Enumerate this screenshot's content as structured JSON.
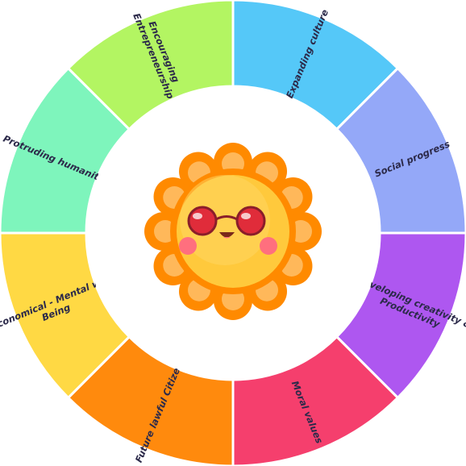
{
  "wheel": {
    "segments": [
      {
        "id": "expanding-culture",
        "lines": [
          "Expanding culture"
        ],
        "color": "#55c8f8"
      },
      {
        "id": "social-progress",
        "lines": [
          "Social progress"
        ],
        "color": "#94a8f8"
      },
      {
        "id": "developing-creativity",
        "lines": [
          "Developing creativity &",
          "Productivity"
        ],
        "color": "#ae57f0"
      },
      {
        "id": "moral-values",
        "lines": [
          "Moral values"
        ],
        "color": "#f53f6d"
      },
      {
        "id": "future-lawful-citizen",
        "lines": [
          "Future lawful Citizen"
        ],
        "color": "#ff8a0d"
      },
      {
        "id": "economical-mental-wellbeing",
        "lines": [
          "Economical - Mental well",
          "Being"
        ],
        "color": "#ffd944"
      },
      {
        "id": "protruding-humanity",
        "lines": [
          "Protruding humanity"
        ],
        "color": "#7ef5bc"
      },
      {
        "id": "encouraging-entrepreneurship",
        "lines": [
          "Encouraging",
          "Entrepreneurship"
        ],
        "color": "#b3f562"
      }
    ]
  },
  "mascot": {
    "icon": "sun-mascot-icon",
    "petal_color": "#ff8a00",
    "petal_inner_color": "#ffb85a",
    "face_color": "#ffc93c",
    "glasses_color": "#e02c3a"
  }
}
